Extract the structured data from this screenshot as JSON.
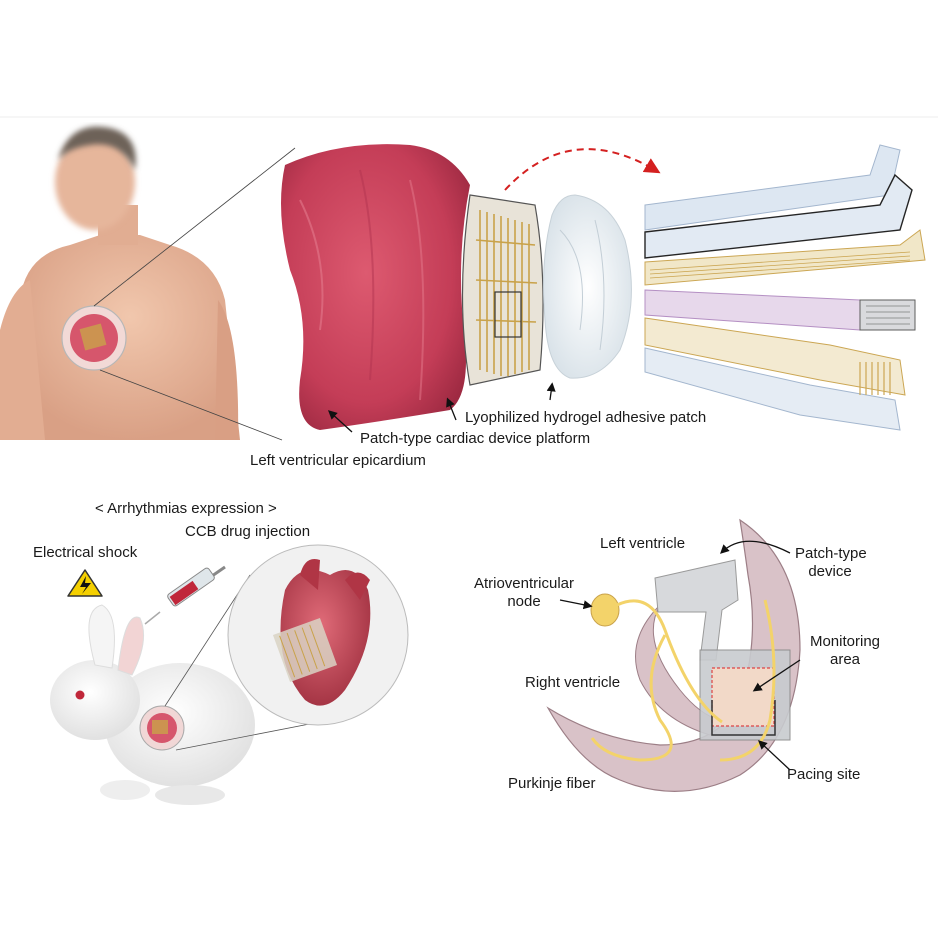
{
  "top_panel": {
    "labels": {
      "hydrogel": "Lyophilized hydrogel adhesive patch",
      "platform": "Patch-type cardiac device platform",
      "epicardium": "Left ventricular epicardium"
    }
  },
  "bottom_left_panel": {
    "labels": {
      "arrhythmias": "< Arrhythmias expression >",
      "ccb": "CCB drug injection",
      "shock": "Electrical shock"
    }
  },
  "bottom_right_panel": {
    "labels": {
      "left_ventricle": "Left ventricle",
      "patch_device_1": "Patch-type",
      "patch_device_2": "device",
      "av_node_1": "Atrioventricular",
      "av_node_2": "node",
      "monitoring_1": "Monitoring",
      "monitoring_2": "area",
      "right_ventricle": "Right ventricle",
      "pacing": "Pacing site",
      "purkinje": "Purkinje fiber"
    }
  },
  "colors": {
    "heart_tissue": "#c9405a",
    "gold_traces": "#c9a24a",
    "hydrogel": "#e8eef2",
    "red_arrow": "#d42020",
    "ventricle": "#d9c2c8",
    "purkinje": "#f3d36a",
    "device_gray": "#d7d9dc",
    "warning_yellow": "#f5d000"
  },
  "icons": [
    "warning-shock-icon",
    "syringe-icon",
    "rabbit-illustration",
    "human-torso-illustration"
  ]
}
